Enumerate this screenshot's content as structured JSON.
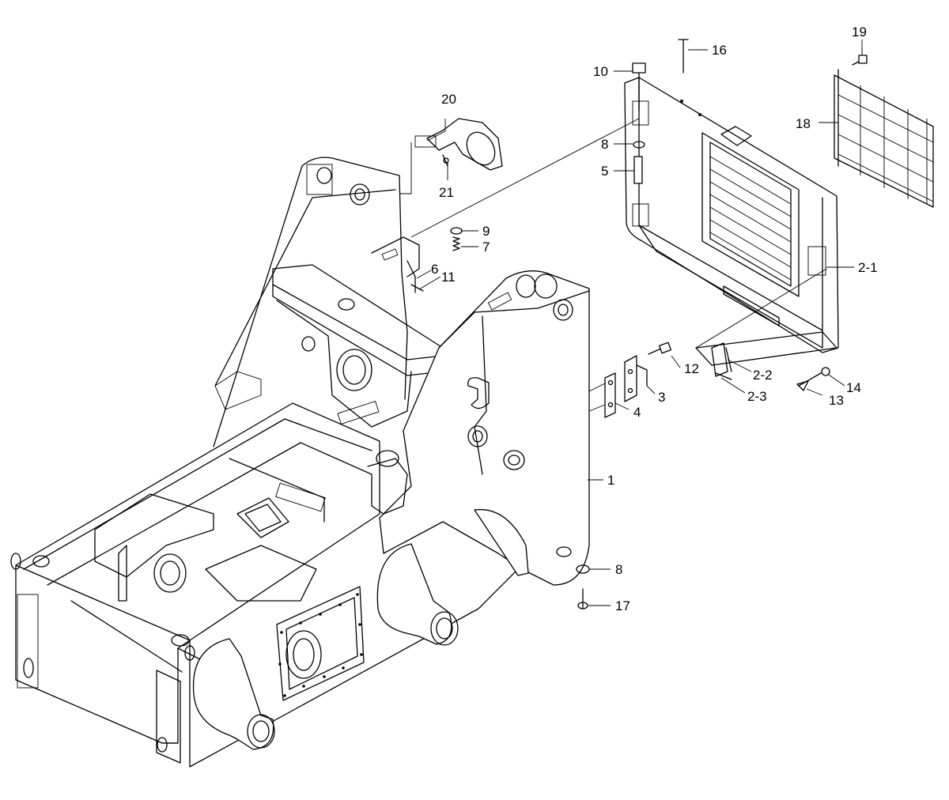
{
  "callouts": [
    {
      "id": "c1",
      "text": "1"
    },
    {
      "id": "c2-1",
      "text": "2-1"
    },
    {
      "id": "c2-2",
      "text": "2-2"
    },
    {
      "id": "c2-3",
      "text": "2-3"
    },
    {
      "id": "c3",
      "text": "3"
    },
    {
      "id": "c4",
      "text": "4"
    },
    {
      "id": "c5",
      "text": "5"
    },
    {
      "id": "c6",
      "text": "6"
    },
    {
      "id": "c7",
      "text": "7"
    },
    {
      "id": "c8a",
      "text": "8"
    },
    {
      "id": "c8b",
      "text": "8"
    },
    {
      "id": "c9",
      "text": "9"
    },
    {
      "id": "c10",
      "text": "10"
    },
    {
      "id": "c11",
      "text": "11"
    },
    {
      "id": "c12",
      "text": "12"
    },
    {
      "id": "c13",
      "text": "13"
    },
    {
      "id": "c14",
      "text": "14"
    },
    {
      "id": "c16",
      "text": "16"
    },
    {
      "id": "c17",
      "text": "17"
    },
    {
      "id": "c18",
      "text": "18"
    },
    {
      "id": "c19",
      "text": "19"
    },
    {
      "id": "c20",
      "text": "20"
    },
    {
      "id": "c21",
      "text": "21"
    }
  ]
}
